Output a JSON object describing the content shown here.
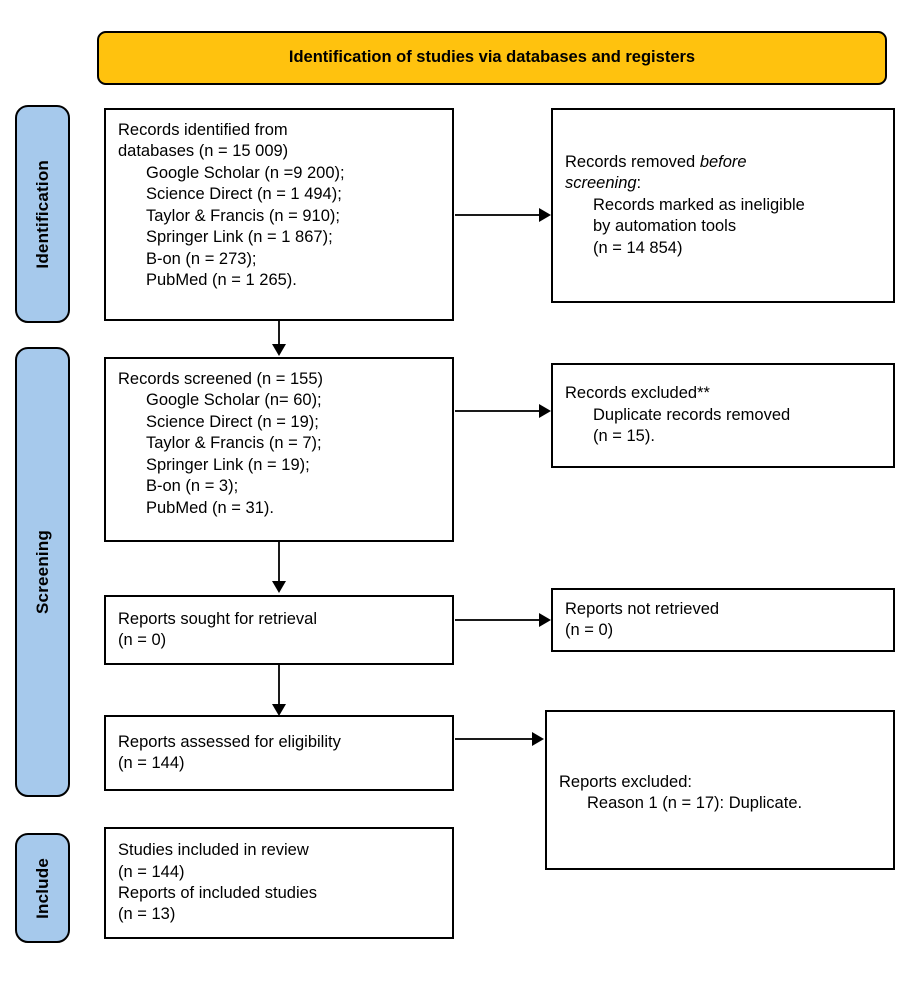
{
  "diagram": {
    "type": "prisma-flow-diagram",
    "banner": {
      "title": "Identification of studies via databases and registers",
      "color": "#FFC20E"
    },
    "phases": [
      {
        "id": "identification",
        "label": "Identification",
        "color": "#A6C9EC"
      },
      {
        "id": "screening",
        "label": "Screening",
        "color": "#A6C9EC"
      },
      {
        "id": "include",
        "label": "Include",
        "color": "#A6C9EC"
      }
    ],
    "nodes": {
      "records_identified": {
        "name": "Records identified from databases",
        "lines": [
          {
            "text": "Records identified from",
            "indent": false
          },
          {
            "text": "databases (n = 15 009)",
            "indent": false
          },
          {
            "text": "Google Scholar (n =9 200);",
            "indent": true
          },
          {
            "text": "Science Direct (n = 1 494);",
            "indent": true
          },
          {
            "text": "Taylor & Francis (n = 910);",
            "indent": true
          },
          {
            "text": "Springer Link (n = 1 867);",
            "indent": true
          },
          {
            "text": "B-on (n = 273);",
            "indent": true
          },
          {
            "text": "PubMed (n = 1 265).",
            "indent": true
          }
        ]
      },
      "records_removed": {
        "name": "Records removed before screening",
        "lines": [
          {
            "text_pre": "Records removed ",
            "text_italic": "before",
            "indent": false
          },
          {
            "text_italic": "screening",
            "text_post": ":",
            "indent": false
          },
          {
            "text": "Records marked as ineligible",
            "indent": true
          },
          {
            "text": "by automation tools",
            "indent": true
          },
          {
            "text": "(n = 14 854)",
            "indent": true
          }
        ]
      },
      "records_screened": {
        "name": "Records screened",
        "lines": [
          {
            "text": "Records screened (n = 155)",
            "indent": false
          },
          {
            "text": "Google Scholar (n= 60);",
            "indent": true
          },
          {
            "text": "Science Direct (n = 19);",
            "indent": true
          },
          {
            "text": "Taylor & Francis (n = 7);",
            "indent": true
          },
          {
            "text": "Springer Link (n = 19);",
            "indent": true
          },
          {
            "text": "B-on (n = 3);",
            "indent": true
          },
          {
            "text": "PubMed (n = 31).",
            "indent": true
          }
        ]
      },
      "records_excluded": {
        "name": "Records excluded",
        "lines": [
          {
            "text": "Records excluded**",
            "indent": false
          },
          {
            "text": "Duplicate records removed",
            "indent": true
          },
          {
            "text": "(n = 15).",
            "indent": true
          }
        ]
      },
      "reports_sought": {
        "name": "Reports sought for retrieval",
        "lines": [
          {
            "text": "Reports sought for retrieval",
            "indent": false
          },
          {
            "text": "(n = 0)",
            "indent": false
          }
        ]
      },
      "reports_not_retrieved": {
        "name": "Reports not retrieved",
        "lines": [
          {
            "text": "Reports not retrieved",
            "indent": false
          },
          {
            "text": "(n = 0)",
            "indent": false
          }
        ]
      },
      "reports_assessed": {
        "name": "Reports assessed for eligibility",
        "lines": [
          {
            "text": "Reports assessed for eligibility",
            "indent": false
          },
          {
            "text": "(n = 144)",
            "indent": false
          }
        ]
      },
      "reports_excluded": {
        "name": "Reports excluded",
        "lines": [
          {
            "text": "Reports excluded:",
            "indent": false
          },
          {
            "text": "Reason 1 (n = 17): Duplicate.",
            "indent": true
          }
        ]
      },
      "studies_included": {
        "name": "Studies included in review",
        "lines": [
          {
            "text": "Studies included in review",
            "indent": false
          },
          {
            "text": "(n = 144)",
            "indent": false
          },
          {
            "text": "Reports of included studies",
            "indent": false
          },
          {
            "text": "(n = 13)",
            "indent": false
          }
        ]
      }
    },
    "counts": {
      "records_identified_total": 15009,
      "google_scholar_identified": 9200,
      "science_direct_identified": 1494,
      "taylor_francis_identified": 910,
      "springer_link_identified": 1867,
      "bon_identified": 273,
      "pubmed_identified": 1265,
      "records_removed_before_screening": 14854,
      "records_screened_total": 155,
      "google_scholar_screened": 60,
      "science_direct_screened": 19,
      "taylor_francis_screened": 7,
      "springer_link_screened": 19,
      "bon_screened": 3,
      "pubmed_screened": 31,
      "records_excluded_duplicates": 15,
      "reports_sought": 0,
      "reports_not_retrieved": 0,
      "reports_assessed": 144,
      "reports_excluded_reason1": 17,
      "studies_included": 144,
      "reports_of_included_studies": 13
    }
  }
}
